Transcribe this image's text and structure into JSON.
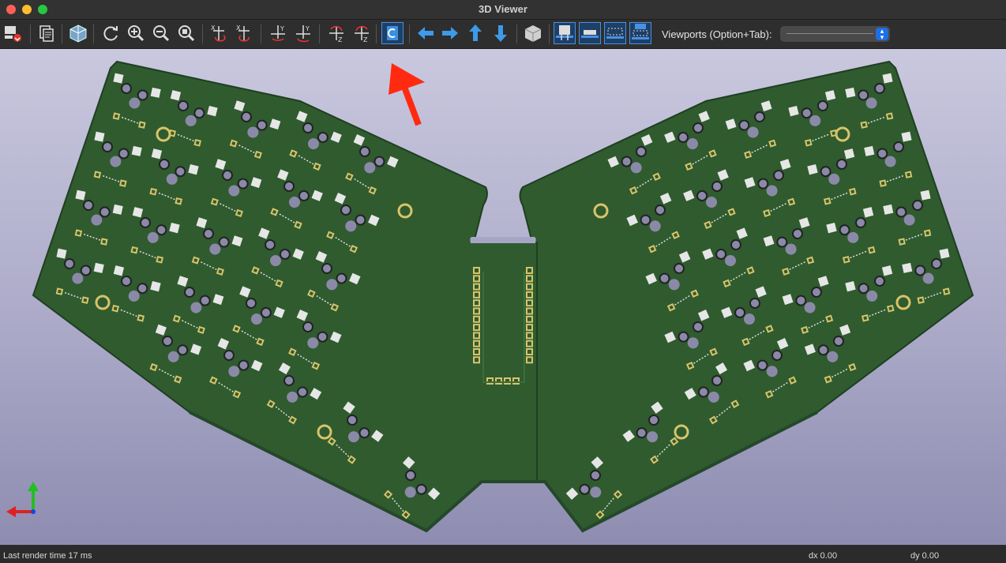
{
  "window": {
    "title": "3D Viewer"
  },
  "toolbar": {
    "viewports_label": "Viewports (Option+Tab):",
    "viewports_selected": "",
    "tools": [
      "render-options-icon",
      "copy-image-icon",
      "raytracing-icon",
      "reload-icon",
      "zoom-in-icon",
      "zoom-out-icon",
      "zoom-fit-icon",
      "rotate-x-cw-icon",
      "rotate-x-ccw-icon",
      "rotate-y-cw-icon",
      "rotate-y-ccw-icon",
      "rotate-z-cw-icon",
      "rotate-z-ccw-icon",
      "flip-board-icon",
      "pan-left-icon",
      "pan-right-icon",
      "pan-up-icon",
      "pan-down-icon",
      "ortho-icon",
      "show-tht-icon",
      "show-smd-icon",
      "show-virtual-icon",
      "show-not-in-pos-icon"
    ]
  },
  "colors": {
    "pcb": "#2f5b2f",
    "pcb_edge": "#24482a",
    "silk": "#e8e8e8",
    "pad_gold": "#d8c36a",
    "arrow": "#ff2a10",
    "accent": "#1e6fe6"
  },
  "status": {
    "render_time": "Last render time 17 ms",
    "dx": "dx 0.00",
    "dy": "dy 0.00"
  }
}
